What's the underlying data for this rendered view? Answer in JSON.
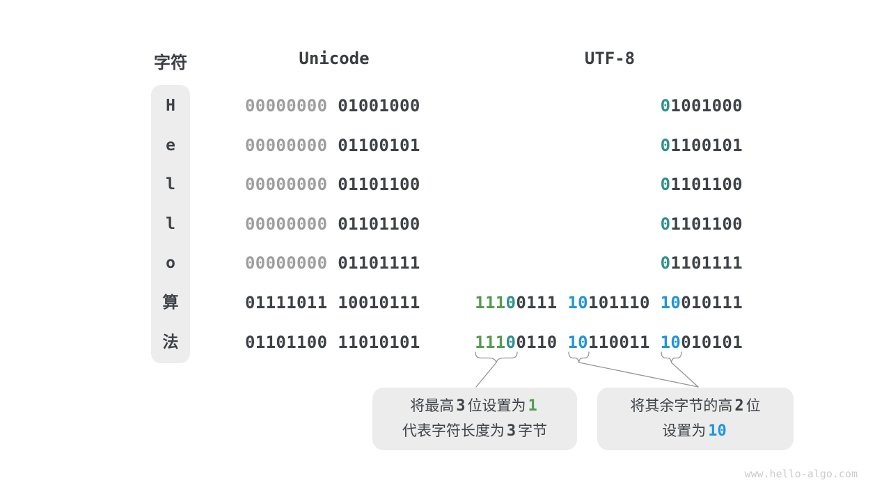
{
  "header": {
    "char_label": "字符",
    "unicode_label": "Unicode",
    "utf8_label": "UTF-8"
  },
  "colors": {
    "dark": "#3e4247",
    "gray": "#9e9e9e",
    "green": "#549b4f",
    "teal": "#2f918b",
    "blue": "#2095dc"
  },
  "table": {
    "rows": [
      {
        "char": "H",
        "unicode": [
          {
            "t": "00000000",
            "c": "gray"
          },
          {
            "t": "01001000",
            "c": "dark"
          }
        ],
        "utf8": [
          [
            {
              "t": "0",
              "c": "teal"
            },
            {
              "t": "1001000",
              "c": "dark"
            }
          ]
        ]
      },
      {
        "char": "e",
        "unicode": [
          {
            "t": "00000000",
            "c": "gray"
          },
          {
            "t": "01100101",
            "c": "dark"
          }
        ],
        "utf8": [
          [
            {
              "t": "0",
              "c": "teal"
            },
            {
              "t": "1100101",
              "c": "dark"
            }
          ]
        ]
      },
      {
        "char": "l",
        "unicode": [
          {
            "t": "00000000",
            "c": "gray"
          },
          {
            "t": "01101100",
            "c": "dark"
          }
        ],
        "utf8": [
          [
            {
              "t": "0",
              "c": "teal"
            },
            {
              "t": "1101100",
              "c": "dark"
            }
          ]
        ]
      },
      {
        "char": "l",
        "unicode": [
          {
            "t": "00000000",
            "c": "gray"
          },
          {
            "t": "01101100",
            "c": "dark"
          }
        ],
        "utf8": [
          [
            {
              "t": "0",
              "c": "teal"
            },
            {
              "t": "1101100",
              "c": "dark"
            }
          ]
        ]
      },
      {
        "char": "o",
        "unicode": [
          {
            "t": "00000000",
            "c": "gray"
          },
          {
            "t": "01101111",
            "c": "dark"
          }
        ],
        "utf8": [
          [
            {
              "t": "0",
              "c": "teal"
            },
            {
              "t": "1101111",
              "c": "dark"
            }
          ]
        ]
      },
      {
        "char": "算",
        "unicode": [
          {
            "t": "01111011",
            "c": "dark"
          },
          {
            "t": "10010111",
            "c": "dark"
          }
        ],
        "utf8": [
          [
            {
              "t": "111",
              "c": "green"
            },
            {
              "t": "0",
              "c": "teal"
            },
            {
              "t": "0111",
              "c": "dark"
            }
          ],
          [
            {
              "t": "10",
              "c": "blue"
            },
            {
              "t": "101110",
              "c": "dark"
            }
          ],
          [
            {
              "t": "10",
              "c": "blue"
            },
            {
              "t": "010111",
              "c": "dark"
            }
          ]
        ]
      },
      {
        "char": "法",
        "unicode": [
          {
            "t": "01101100",
            "c": "dark"
          },
          {
            "t": "11010101",
            "c": "dark"
          }
        ],
        "utf8": [
          [
            {
              "t": "111",
              "c": "green"
            },
            {
              "t": "0",
              "c": "teal"
            },
            {
              "t": "0110",
              "c": "dark"
            }
          ],
          [
            {
              "t": "10",
              "c": "blue"
            },
            {
              "t": "110011",
              "c": "dark"
            }
          ],
          [
            {
              "t": "10",
              "c": "blue"
            },
            {
              "t": "010101",
              "c": "dark"
            }
          ]
        ]
      }
    ]
  },
  "callouts": [
    {
      "lines": [
        [
          {
            "t": "将最高",
            "c": "dark"
          },
          {
            "t": "3",
            "c": "dark",
            "mono": true
          },
          {
            "t": "位设置为",
            "c": "dark"
          },
          {
            "t": "1",
            "c": "green",
            "mono": true
          }
        ],
        [
          {
            "t": "代表字符长度为",
            "c": "dark"
          },
          {
            "t": "3",
            "c": "dark",
            "mono": true
          },
          {
            "t": "字节",
            "c": "dark"
          }
        ]
      ]
    },
    {
      "lines": [
        [
          {
            "t": "将其余字节的高",
            "c": "dark"
          },
          {
            "t": "2",
            "c": "dark",
            "mono": true
          },
          {
            "t": "位",
            "c": "dark"
          }
        ],
        [
          {
            "t": "设置为",
            "c": "dark"
          },
          {
            "t": "10",
            "c": "blue",
            "mono": true
          }
        ]
      ]
    }
  ],
  "watermark": "www.hello-algo.com"
}
